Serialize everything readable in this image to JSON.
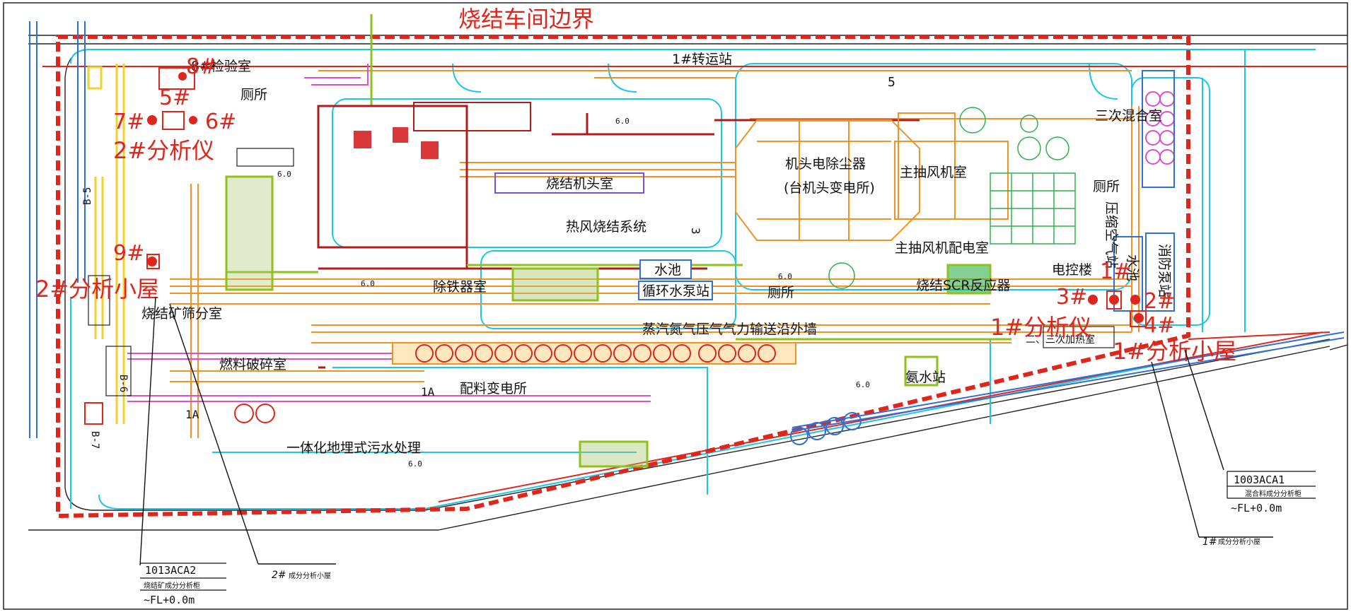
{
  "title": "烧结车间边界",
  "buildings": {
    "transfer_station": "1#转运站",
    "toilet_top": "厕所",
    "sinter_machine_room": "烧结机头室",
    "hot_air_system": "热风烧结系统",
    "esp": "机头电除尘器",
    "esp_sub": "(台机头变电所)",
    "main_fan_room": "主抽风机室",
    "main_fan_substation": "主抽风机配电室",
    "scr_reactor": "烧结SCR反应器",
    "tertiary_mixing": "三次混合室",
    "toilet_right": "厕所",
    "water_pool": "水池",
    "circ_pump": "循环水泵站",
    "toilet_mid": "厕所",
    "control_bldg": "电控楼",
    "dust_room": "除铁器室",
    "ore_analysis": "烧结矿筛分室",
    "steam_pipe": "蒸汽氮气压气气力输送沿外墙",
    "ammonia_station": "氨水站",
    "fuel_room": "燃料破碎室",
    "batching_sub": "配料变电所",
    "sewage": "一体化地埋式污水处理",
    "lab": "8#检验室",
    "fire_pump": "消防泵站",
    "pool_right": "水池",
    "compress": "压缩空气站",
    "parts_room": "二、三次加热室"
  },
  "markers": {
    "m1": "1#",
    "m2": "2#",
    "m3": "3#",
    "m4": "4#",
    "m5": "5#",
    "m6": "6#",
    "m7": "7#",
    "m8": "8#",
    "m9": "9#"
  },
  "analyzers": {
    "a1": "1#分析仪",
    "a2": "2#分析仪",
    "h1": "1#分析小屋",
    "h2": "2#分析小屋"
  },
  "tags": {
    "t1_code": "1003ACA1",
    "t1_desc": "混合料成分分析柜",
    "t1_level": "~FL+0.0m",
    "t2_code": "1013ACA2",
    "t2_desc": "烧结矿成分分析柜",
    "t2_level": "~FL+0.0m",
    "leader1_num": "1#",
    "leader1_desc": "成分分析小屋",
    "leader2_num": "2#",
    "leader2_desc": "成分分析小屋"
  },
  "belts": {
    "b5": "B-5",
    "b6": "B-6",
    "b7": "B-7",
    "b1a": "1A",
    "c5": "5",
    "c1a": "1A",
    "c3": "3"
  },
  "elev": [
    "6.0",
    "6.0",
    "6.0",
    "6.0",
    "6.0",
    "6.0"
  ]
}
